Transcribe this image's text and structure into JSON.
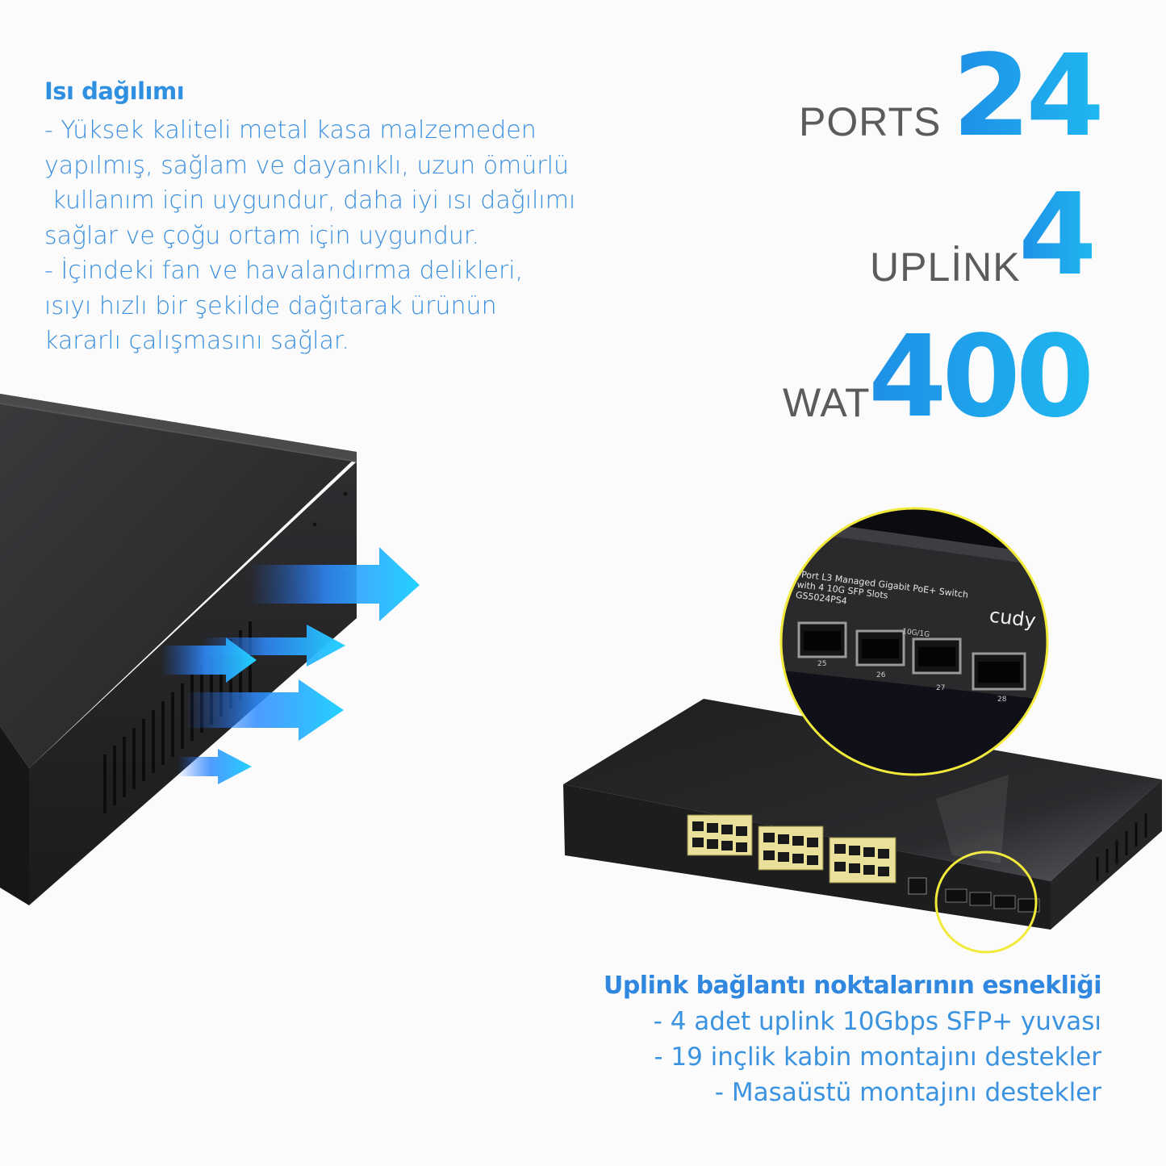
{
  "heat": {
    "title": "Isı dağılımı",
    "lines": [
      "- Yüksek kaliteli metal kasa malzemeden",
      "yapılmış, sağlam ve dayanıklı, uzun ömürlü",
      " kullanım için uygundur, daha iyi ısı dağılımı",
      "sağlar ve çoğu ortam için uygundur.",
      "- İçindeki fan ve havalandırma delikleri,",
      "ısıyı hızlı bir şekilde dağıtarak ürünün",
      "kararlı çalışmasını sağlar."
    ]
  },
  "specs": {
    "ports_label": "PORTS",
    "ports_value": "24",
    "uplink_label": "UPLİNK",
    "uplink_value": "4",
    "watt_label": "WAT",
    "watt_value": "400"
  },
  "uplink": {
    "title": "Uplink bağlantı noktalarının esnekliği",
    "lines": [
      "- 4 adet uplink 10Gbps SFP+ yuvası",
      "- 19 inçlik kabin montajını destekler",
      "- Masaüstü montajını destekler"
    ]
  },
  "device_label": {
    "line1": "-Port L3 Managed Gigabit PoE+ Switch",
    "line2": "with 4 10G SFP Slots",
    "model": "GS5024PS4",
    "brand": "cudy",
    "sfp_group": "10G/1G",
    "sfp_ports": [
      "25",
      "26",
      "27",
      "28"
    ]
  },
  "colors": {
    "accent": "#2f8fe0",
    "chassis": "#2b2b2d",
    "highlight_ring": "#f2ea3a",
    "airflow": "#22b4ff"
  }
}
